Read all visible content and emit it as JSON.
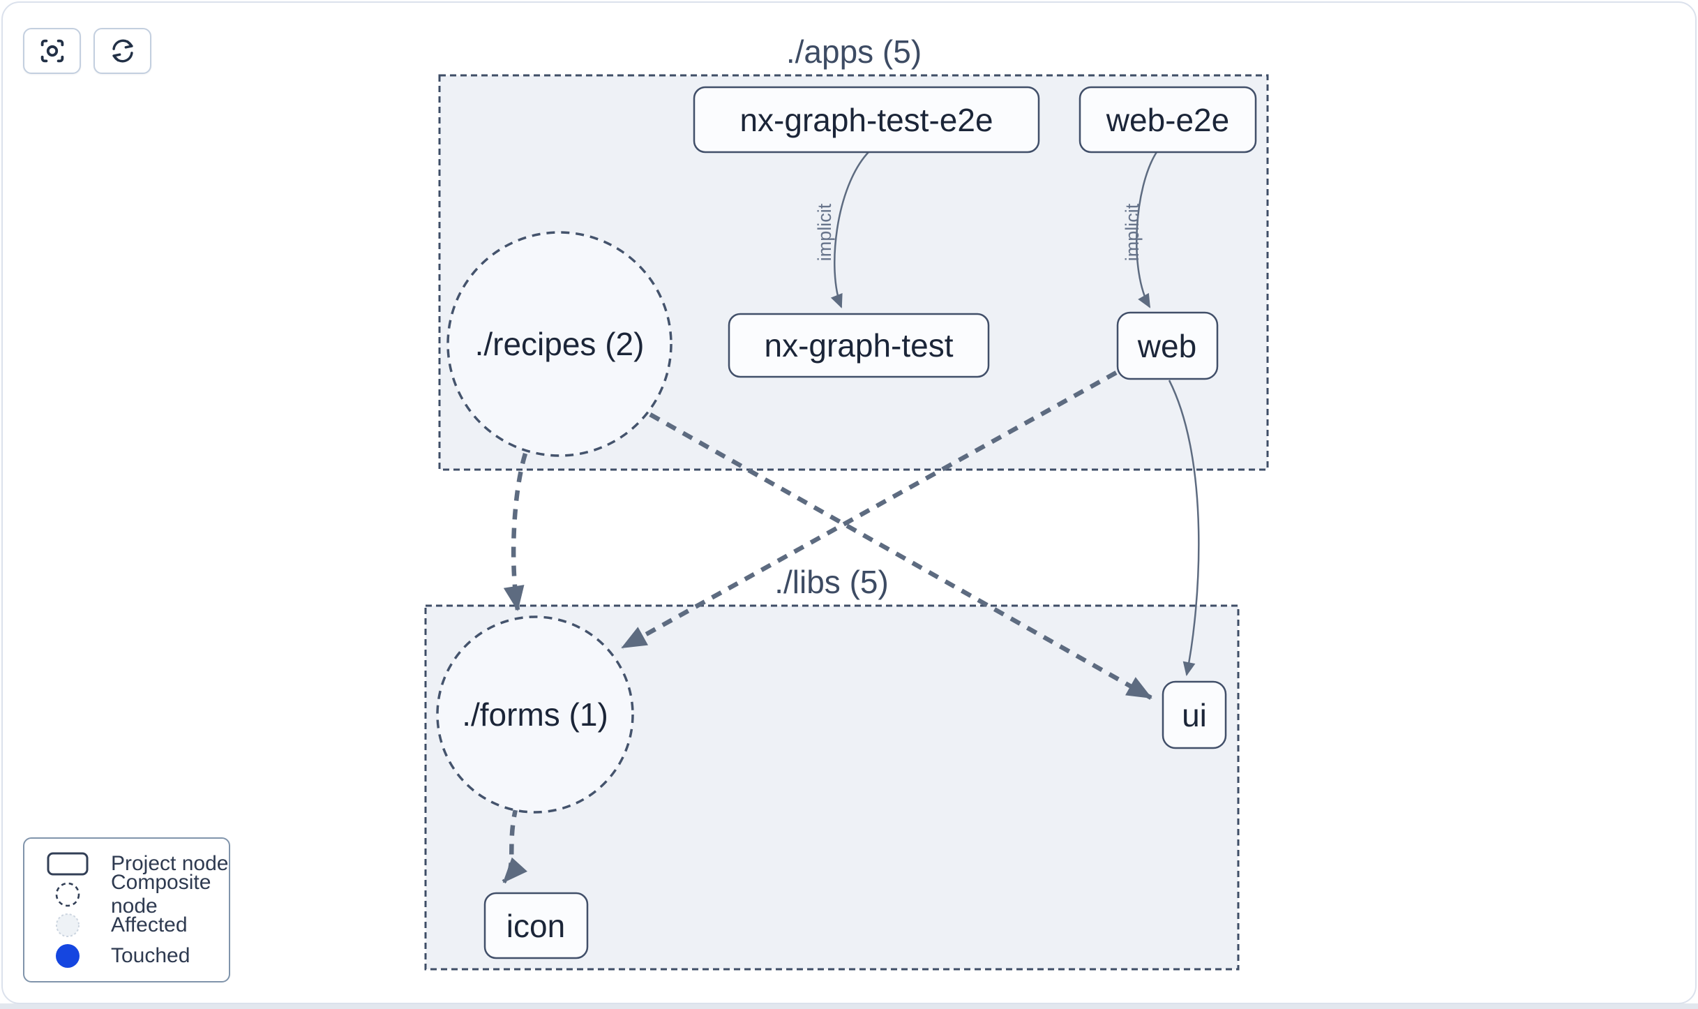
{
  "toolbar": {
    "buttons": [
      {
        "id": "focus",
        "icon": "focus-icon"
      },
      {
        "id": "refresh",
        "icon": "refresh-icon"
      }
    ]
  },
  "graph": {
    "groups": [
      {
        "id": "apps",
        "label": "./apps (5)",
        "count": 5
      },
      {
        "id": "libs",
        "label": "./libs (5)",
        "count": 5
      }
    ],
    "composite_nodes": [
      {
        "id": "recipes",
        "label": "./recipes (2)",
        "count": 2
      },
      {
        "id": "forms",
        "label": "./forms (1)",
        "count": 1
      }
    ],
    "project_nodes": [
      {
        "id": "nx-graph-test-e2e",
        "label": "nx-graph-test-e2e"
      },
      {
        "id": "web-e2e",
        "label": "web-e2e"
      },
      {
        "id": "nx-graph-test",
        "label": "nx-graph-test"
      },
      {
        "id": "web",
        "label": "web"
      },
      {
        "id": "ui",
        "label": "ui"
      },
      {
        "id": "icon",
        "label": "icon"
      }
    ],
    "edges": [
      {
        "from": "nx-graph-test-e2e",
        "to": "nx-graph-test",
        "label": "implicit",
        "style": "solid"
      },
      {
        "from": "web-e2e",
        "to": "web",
        "label": "implicit",
        "style": "solid"
      },
      {
        "from": "./recipes (2)",
        "to": "./forms (1)",
        "label": "",
        "style": "thick-dashed"
      },
      {
        "from": "./recipes (2)",
        "to": "ui",
        "label": "",
        "style": "thick-dashed"
      },
      {
        "from": "web",
        "to": "./forms (1)",
        "label": "",
        "style": "thick-dashed"
      },
      {
        "from": "web",
        "to": "ui",
        "label": "",
        "style": "solid"
      },
      {
        "from": "./forms (1)",
        "to": "icon",
        "label": "",
        "style": "thick-dashed"
      }
    ]
  },
  "legend": {
    "items": [
      {
        "icon": "project-node-icon",
        "label": "Project node"
      },
      {
        "icon": "composite-node-icon",
        "label": "Composite node"
      },
      {
        "icon": "affected-icon",
        "label": "Affected"
      },
      {
        "icon": "touched-icon",
        "label": "Touched"
      }
    ]
  },
  "colors": {
    "touched_blue": "#1546e0",
    "group_fill": "#eef1f6",
    "node_fill": "#fbfcfe",
    "edge_slate": "#5d6b80",
    "text_dark": "#1b2538",
    "page_border": "#dbe1ec"
  }
}
